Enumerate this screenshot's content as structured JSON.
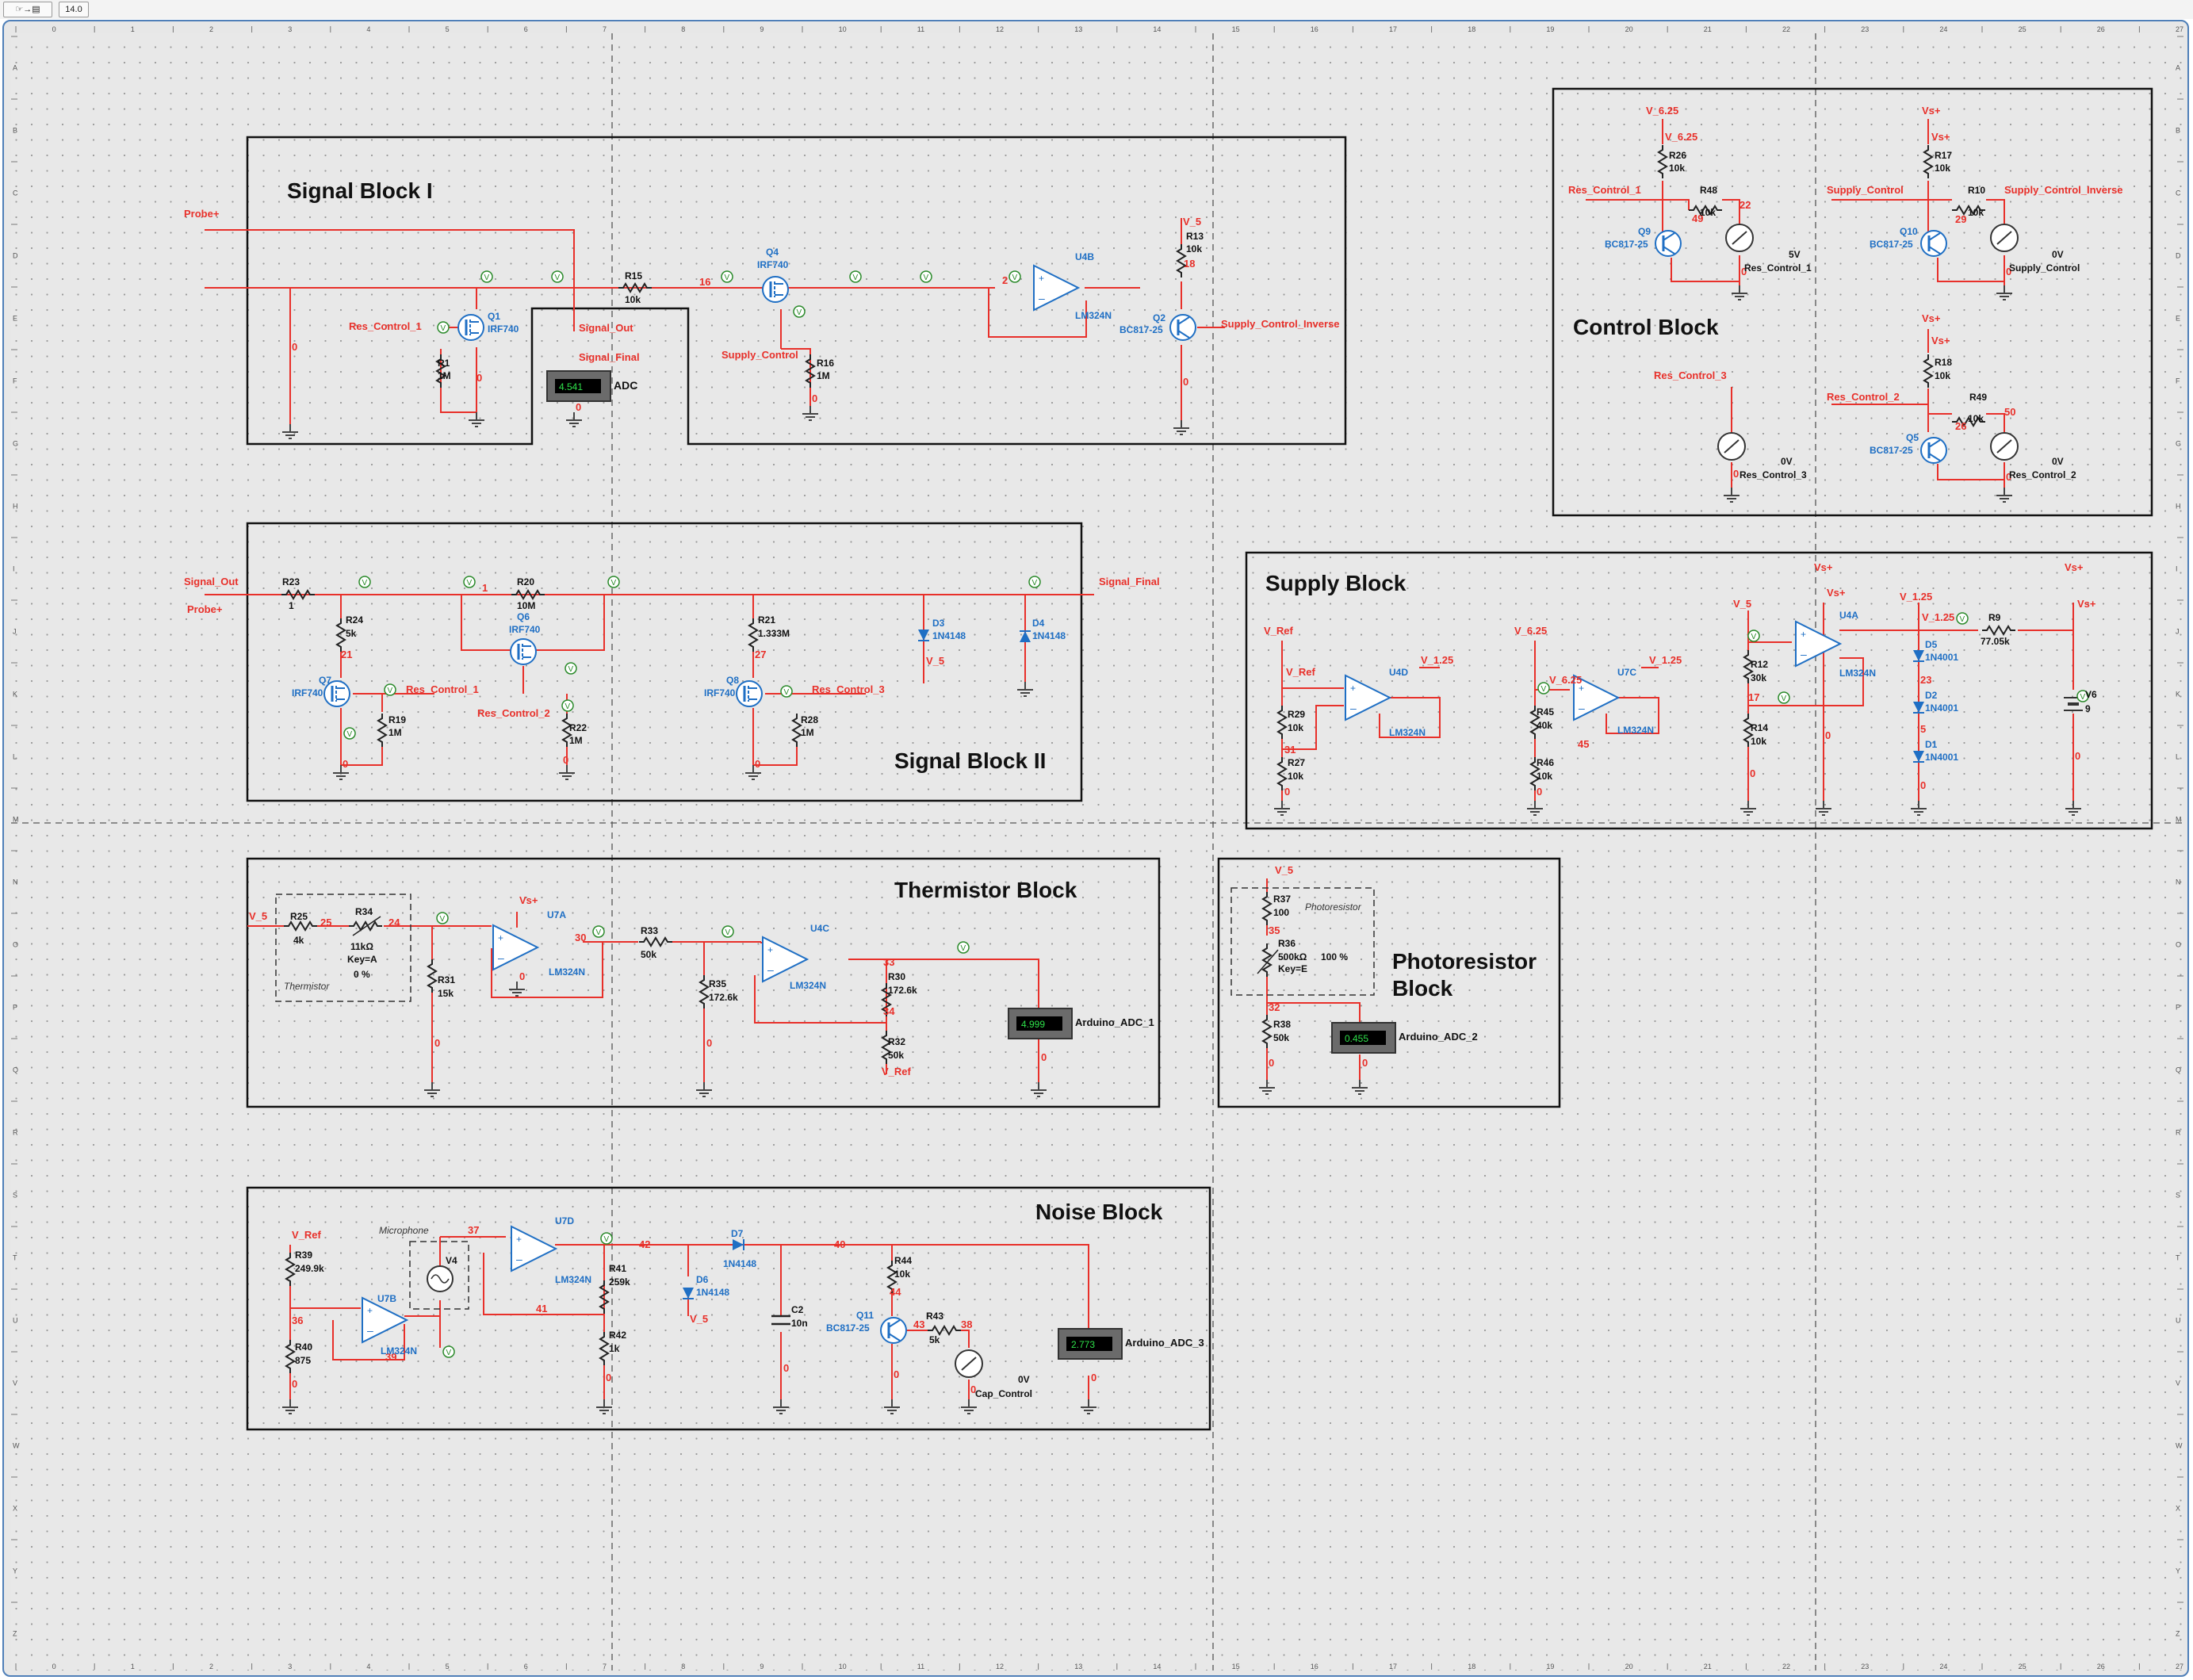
{
  "toolbar": {
    "hand_icon": "hand-pointer-icon",
    "arrow_icon": "arrow-right-icon",
    "instrument_icon": "instrument-icon",
    "zoom_value": "14.0"
  },
  "blocks": {
    "signal1": "Signal Block I",
    "signal2": "Signal Block II",
    "control": "Control Block",
    "supply": "Supply Block",
    "thermistor": "Thermistor Block",
    "photo1": "Photoresistor",
    "photo2": "Block",
    "noise": "Noise Block"
  },
  "meters": {
    "adc": "4.541",
    "adc_label": "ADC",
    "ard1": "4.999",
    "ard1_label": "Arduino_ADC_1",
    "ard2": "0.455",
    "ard2_label": "Arduino_ADC_2",
    "ard3": "2.773",
    "ard3_label": "Arduino_ADC_3"
  },
  "s1": {
    "probe": "Probe+",
    "zero": "0",
    "res_ctrl1": "Res_Control_1",
    "q1": "Q1",
    "irf": "IRF740",
    "r1": "R1",
    "r1v": "1M",
    "n0": "0",
    "r15": "R15",
    "r15v": "10k",
    "n16": "16",
    "q4": "Q4",
    "supply_ctrl": "Supply_Control",
    "r16": "R16",
    "r16v": "1M",
    "sig_out": "Signal_Out",
    "sig_final": "Signal_Final",
    "v5": "V_5",
    "r13": "R13",
    "r13v": "10k",
    "n18": "18",
    "u4b": "U4B",
    "lm324": "LM324N",
    "n2": "2",
    "q2": "Q2",
    "bc": "BC817-25",
    "sci": "Supply_Control_Inverse"
  },
  "ctrl": {
    "v625": "V_6.25",
    "r26": "R26",
    "r26v": "10k",
    "res_ctrl1": "Res_Control_1",
    "r48": "R48",
    "r48v": "10k",
    "n22": "22",
    "n49": "49",
    "q9": "Q9",
    "bc": "BC817-25",
    "m1v": "5V",
    "m1l": "Res_Control_1",
    "vsp": "Vs+",
    "r17": "R17",
    "r17v": "10k",
    "supply_ctrl": "Supply_Control",
    "r10": "R10",
    "r10v": "10k",
    "sci": "Supply_Control_Inverse",
    "n29": "29",
    "q10": "Q10",
    "m2v": "0V",
    "m2l": "Supply_Control",
    "res_ctrl3": "Res_Control_3",
    "m3v": "0V",
    "m3l": "Res_Control_3",
    "r18": "R18",
    "r18v": "10k",
    "res_ctrl2": "Res_Control_2",
    "r49": "R49",
    "r49v": "10k",
    "n50": "50",
    "n26": "26",
    "q5": "Q5",
    "m4v": "0V",
    "m4l": "Res_Control_2",
    "zero": "0"
  },
  "s2": {
    "sig_out": "Signal_Out",
    "probe": "Probe+",
    "r23": "R23",
    "r23v": "1",
    "r24": "R24",
    "r24v": "5k",
    "n21": "21",
    "q7": "Q7",
    "irf": "IRF740",
    "res_ctrl1": "Res_Control_1",
    "r19": "R19",
    "r19v": "1M",
    "zero": "0",
    "r20": "R20",
    "r20v": "10M",
    "n1": "1",
    "q6": "Q6",
    "res_ctrl2": "Res_Control_2",
    "r22": "R22",
    "r22v": "1M",
    "r21": "R21",
    "r21v": "1.333M",
    "n27": "27",
    "q8": "Q8",
    "res_ctrl3": "Res_Control_3",
    "r28": "R28",
    "r28v": "1M",
    "d3": "D3",
    "d4": "D4",
    "d1n": "1N4148",
    "v5": "V_5",
    "sig_final": "Signal_Final"
  },
  "sup": {
    "vref": "V_Ref",
    "u4d": "U4D",
    "lm": "LM324N",
    "v125": "V_1.25",
    "r29": "R29",
    "r29v": "10k",
    "n31": "31",
    "r27": "R27",
    "r27v": "10k",
    "zero": "0",
    "v625": "V_6.25",
    "u7c": "U7C",
    "r45": "R45",
    "r45v": "40k",
    "n45": "45",
    "r46": "R46",
    "r46v": "10k",
    "v5": "V_5",
    "r12": "R12",
    "r12v": "30k",
    "n17": "17",
    "r14": "R14",
    "r14v": "10k",
    "vsp": "Vs+",
    "u4a": "U4A",
    "r9": "R9",
    "r9v": "77.05k",
    "d5": "D5",
    "d2": "D2",
    "d1": "D1",
    "dn": "1N4001",
    "n23": "23",
    "n5": "5",
    "v6": "V6",
    "v6v": "9"
  },
  "therm": {
    "v5": "V_5",
    "r25": "R25",
    "r25v": "4k",
    "n25": "25",
    "r34": "R34",
    "r34v": "11kΩ",
    "key": "Key=A",
    "pct": "0 %",
    "n24": "24",
    "name": "Thermistor",
    "r31": "R31",
    "r31v": "15k",
    "zero": "0",
    "vsp": "Vs+",
    "u7a": "U7A",
    "lm": "LM324N",
    "n30": "30",
    "r33": "R33",
    "r33v": "50k",
    "r35": "R35",
    "r35v": "172.6k",
    "u4c": "U4C",
    "n33": "33",
    "r30": "R30",
    "r30v": "172.6k",
    "n34": "34",
    "r32": "R32",
    "r32v": "50k",
    "vref": "V_Ref"
  },
  "photo": {
    "v5": "V_5",
    "r37": "R37",
    "r37v": "100",
    "n35": "35",
    "name": "Photoresistor",
    "r36": "R36",
    "r36v": "500kΩ",
    "key": "Key=E",
    "pct": "100 %",
    "n32": "32",
    "r38": "R38",
    "r38v": "50k",
    "zero": "0"
  },
  "noise": {
    "vref": "V_Ref",
    "r39": "R39",
    "r39v": "249.9k",
    "n36": "36",
    "r40": "R40",
    "r40v": "875",
    "zero": "0",
    "mic": "Microphone",
    "v4": "V4",
    "n37": "37",
    "u7d": "U7D",
    "u7b": "U7B",
    "lm": "LM324N",
    "n39": "39",
    "n41": "41",
    "n42": "42",
    "r41": "R41",
    "r41v": "259k",
    "r42": "R42",
    "r42v": "1k",
    "d7": "D7",
    "d6": "D6",
    "dn": "1N4148",
    "v5": "V_5",
    "n40": "40",
    "c2": "C2",
    "c2v": "10n",
    "r44": "R44",
    "r44v": "10k",
    "n44": "44",
    "q11": "Q11",
    "bc": "BC817-25",
    "r43": "R43",
    "r43v": "5k",
    "n43": "43",
    "n38": "38",
    "m5v": "0V",
    "m5l": "Cap_Control"
  },
  "ruler": {
    "top": [
      "0",
      "1",
      "2",
      "3",
      "4",
      "5",
      "6",
      "7",
      "8",
      "9",
      "10",
      "11",
      "12",
      "13",
      "14",
      "15",
      "16",
      "17",
      "18",
      "19",
      "20",
      "21",
      "22",
      "23",
      "24",
      "25",
      "26",
      "27"
    ],
    "left": [
      "A",
      "B",
      "C",
      "D",
      "E",
      "F",
      "G",
      "H",
      "I",
      "J",
      "K",
      "L",
      "M",
      "N",
      "O",
      "P",
      "Q",
      "R",
      "S",
      "T",
      "U",
      "V",
      "W",
      "X",
      "Y",
      "Z"
    ]
  },
  "colors": {
    "wire": "#e8302a",
    "part": "#1f6fc4",
    "label": "#e8302a",
    "text": "#111111",
    "meter": "#2ee04a"
  }
}
